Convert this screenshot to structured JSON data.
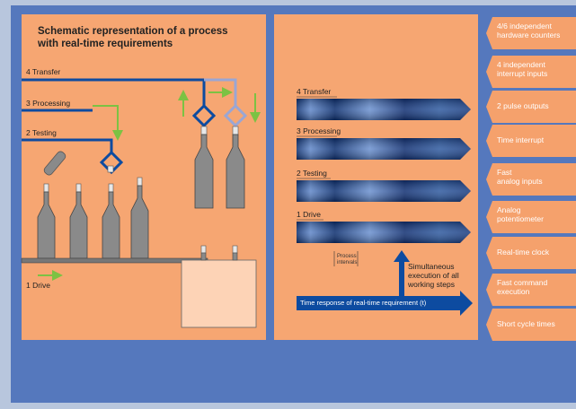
{
  "left_panel": {
    "title_line1": "Schematic representation of a process",
    "title_line2": "with real-time requirements",
    "steps": {
      "transfer": "4  Transfer",
      "processing": "3  Processing",
      "testing": "2  Testing",
      "drive": "1  Drive"
    }
  },
  "middle_panel": {
    "steps": [
      "4  Transfer",
      "3  Processing",
      "2  Testing",
      "1  Drive"
    ],
    "process_intervals_line1": "Process",
    "process_intervals_line2": "intervals",
    "simultaneous_line1": "Simultaneous",
    "simultaneous_line2": "execution of all",
    "simultaneous_line3": "working steps",
    "time_response": "Time response of real-time requirement (t)"
  },
  "features": [
    {
      "line1": "4/6 independent",
      "line2": "hardware counters"
    },
    {
      "line1": "4 independent",
      "line2": "interrupt inputs"
    },
    {
      "line1": "2 pulse outputs",
      "line2": ""
    },
    {
      "line1": "Time interrupt",
      "line2": ""
    },
    {
      "line1": "Fast",
      "line2": "analog inputs"
    },
    {
      "line1": "Analog",
      "line2": "potentiometer"
    },
    {
      "line1": "Real-time clock",
      "line2": ""
    },
    {
      "line1": "Fast command",
      "line2": "execution"
    },
    {
      "line1": "Short cycle times",
      "line2": ""
    }
  ],
  "colors": {
    "page_bg": "#b8c6dd",
    "outer_frame": "#5578bd",
    "panel_orange": "#f6a672",
    "dark_blue": "#0d4ba0",
    "light_blue": "#9aa6d4",
    "green_arrow": "#7cc243",
    "bottle_gray": "#8a8a8a",
    "cabinet": "#fdd3b6",
    "tag_orange": "#f5a16c"
  }
}
